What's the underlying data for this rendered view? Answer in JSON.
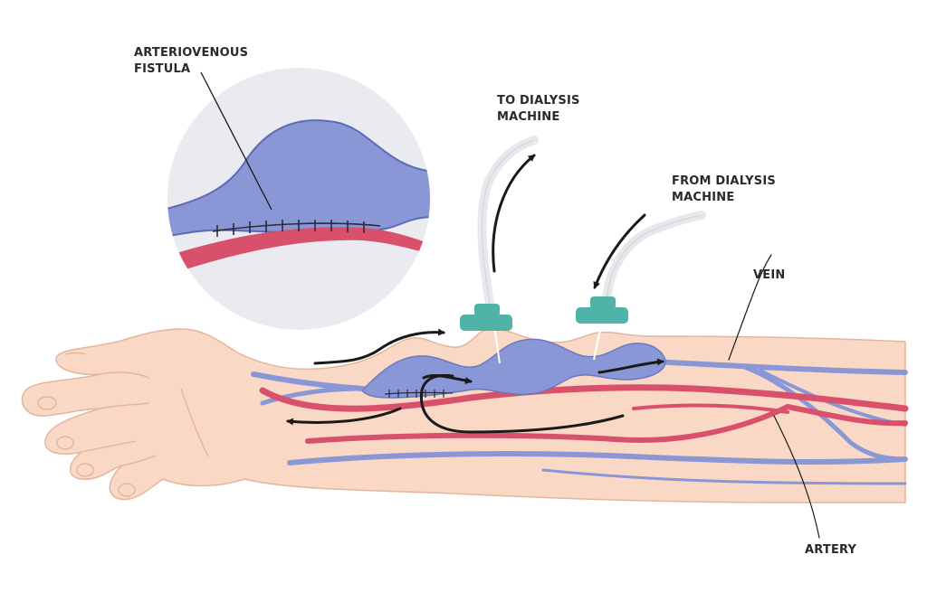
{
  "labels": {
    "fistula_line1": "ARTERIOVENOUS",
    "fistula_line2": "FISTULA",
    "to_machine_line1": "TO DIALYSIS",
    "to_machine_line2": "MACHINE",
    "from_machine_line1": "FROM DIALYSIS",
    "from_machine_line2": "MACHINE",
    "vein": "VEIN",
    "artery": "ARTERY"
  },
  "colors": {
    "skin": "#f9d9c6",
    "skin_outline": "#e8b9a0",
    "vein": "#8a97d6",
    "vein_outline": "#6b79c2",
    "artery": "#d8506a",
    "needle_hub": "#4fb3a8",
    "tube": "#e6e8ec",
    "inset_bg": "#e9ebf0",
    "arrow": "#1a1a1a"
  }
}
